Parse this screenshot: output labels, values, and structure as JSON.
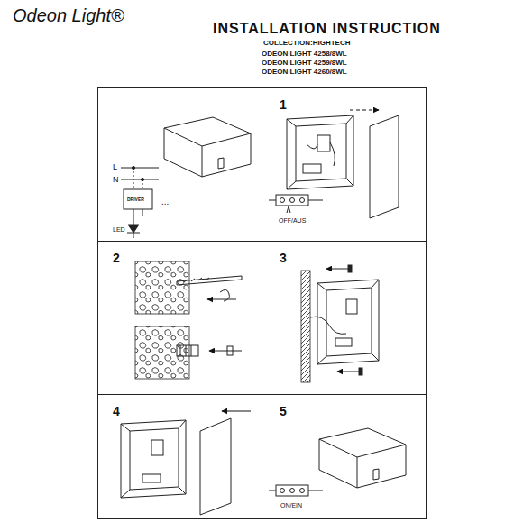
{
  "diagram": {
    "title": "INSTALLATION INSTRUCTION",
    "nodes": [
      {
        "text": [
          "L",
          "N",
          "DRIVER",
          "LED",
          "..."
        ]
      },
      {
        "text": [
          "1",
          "OFF/AUS"
        ]
      },
      {
        "text": [
          "2"
        ]
      },
      {
        "text": [
          "3"
        ]
      },
      {
        "text": [
          "4"
        ]
      },
      {
        "text": [
          "5",
          "ON/EIN"
        ]
      }
    ],
    "labels": [
      "Odeon Light®",
      "COLLECTION:HIGHTECH",
      "ODEON LIGHT 4258/8WL",
      "ODEON LIGHT 4259/8WL",
      "ODEON LIGHT 4260/8WL"
    ]
  }
}
